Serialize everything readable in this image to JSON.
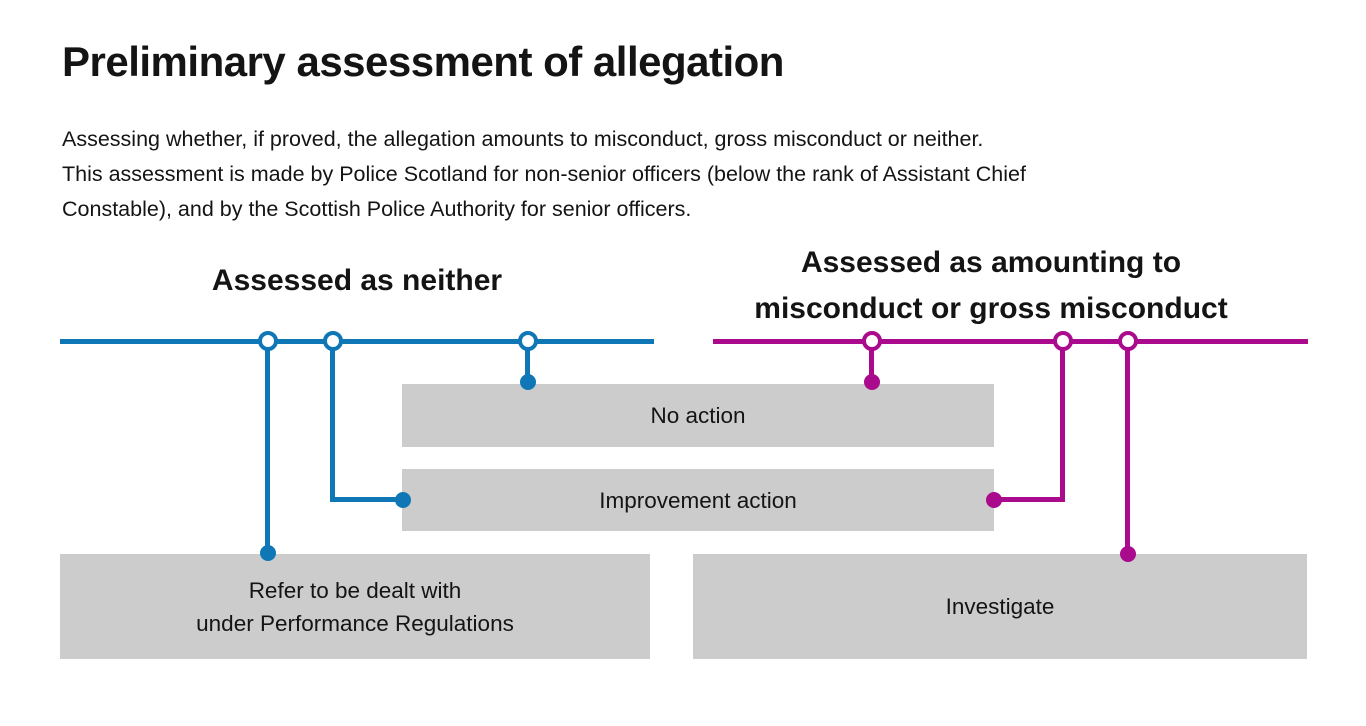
{
  "page": {
    "title": "Preliminary assessment of allegation"
  },
  "intro": {
    "lines": [
      "Assessing whether, if proved, the allegation amounts to misconduct, gross misconduct or neither.",
      "This assessment is made by Police Scotland for non-senior officers (below the rank of Assistant Chief",
      "Constable), and by the Scottish Police Authority for senior officers."
    ]
  },
  "branches": {
    "neither": {
      "label": "Assessed as neither"
    },
    "misconduct": {
      "label_line1": "Assessed as amounting to",
      "label_line2": "misconduct or gross misconduct"
    }
  },
  "boxes": {
    "no_action": "No action",
    "improvement_action": "Improvement action",
    "refer_line1": "Refer to be dealt with",
    "refer_line2": "under Performance Regulations",
    "investigate": "Investigate"
  },
  "colors": {
    "blue": "#0f77b5",
    "magenta": "#aa0a8c",
    "box_gray": "#cccccc",
    "text": "#141414"
  }
}
